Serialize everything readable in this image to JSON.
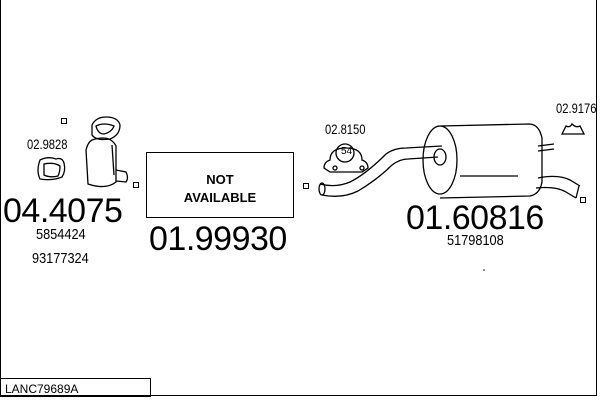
{
  "parts": [
    {
      "number": "04.4075",
      "oe_numbers": [
        "5854424",
        "93177324"
      ]
    },
    {
      "number": "01.99930",
      "image_text": [
        "NOT",
        "AVAILABLE"
      ]
    },
    {
      "number": "01.60816",
      "oe_numbers": [
        "51798108"
      ]
    }
  ],
  "accessories": [
    {
      "number": "02.9828"
    },
    {
      "number": "02.8150",
      "clamp_size": "54"
    },
    {
      "number": "02.9176"
    }
  ],
  "reference": "LANC79689A"
}
